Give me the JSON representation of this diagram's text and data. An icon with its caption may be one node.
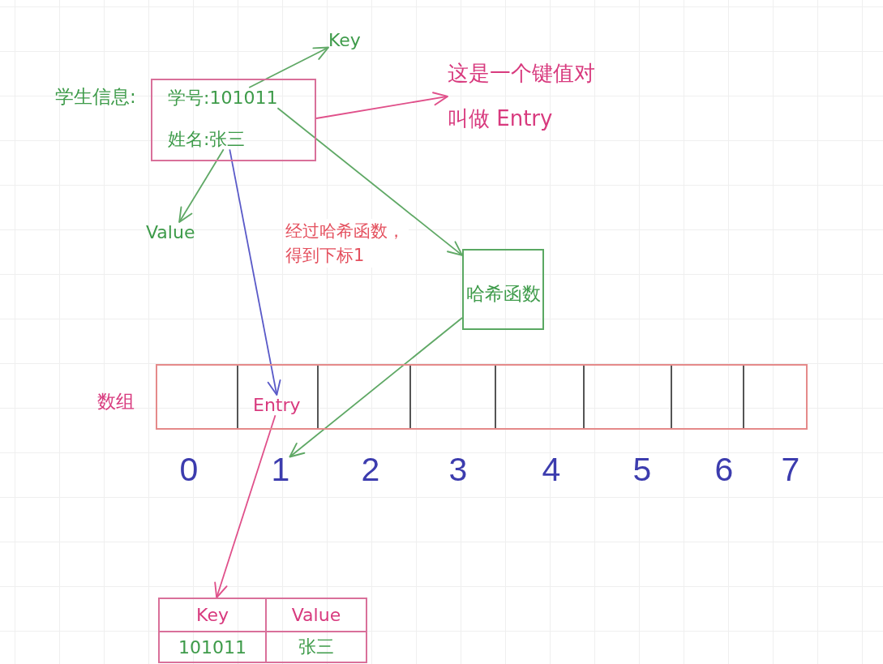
{
  "diagram": {
    "nodes": [
      {
        "text": [
          "Key"
        ]
      },
      {
        "text": [
          "学生信息:"
        ]
      },
      {
        "text": [
          "学号:101011"
        ],
        "in": 1
      },
      {
        "text": [
          "姓名:张三"
        ],
        "in": 1
      },
      {
        "text": [
          "这是一个键值对",
          "叫做 Entry"
        ]
      },
      {
        "text": [
          "Value"
        ]
      },
      {
        "text": [
          "哈希函数"
        ]
      },
      {
        "text": [
          "数组"
        ]
      },
      {
        "text": [
          "Entry"
        ],
        "in": 7
      },
      {
        "text": [
          "0"
        ]
      },
      {
        "text": [
          "1"
        ]
      },
      {
        "text": [
          "2"
        ]
      },
      {
        "text": [
          "3"
        ]
      },
      {
        "text": [
          "4"
        ]
      },
      {
        "text": [
          "5"
        ]
      },
      {
        "text": [
          "6"
        ]
      },
      {
        "text": [
          "7"
        ]
      },
      {
        "text": [
          "Key",
          "Value",
          "101011",
          "张三"
        ]
      }
    ],
    "edges": [
      {
        "from": 2,
        "to": 0,
        "arrow": "to"
      },
      {
        "from": 1,
        "to": 4,
        "arrow": "to",
        "color": "#e0508a"
      },
      {
        "from": 2,
        "to": 6,
        "arrow": "to",
        "label": "经过哈希函数，得到下标1"
      },
      {
        "from": 3,
        "to": 5,
        "arrow": "to"
      },
      {
        "from": 3,
        "to": 8,
        "arrow": "to",
        "color": "#5a5ac8"
      },
      {
        "from": 6,
        "to": 10,
        "arrow": "to"
      },
      {
        "from": 8,
        "to": 17,
        "arrow": "to",
        "color": "#e0508a"
      }
    ]
  }
}
